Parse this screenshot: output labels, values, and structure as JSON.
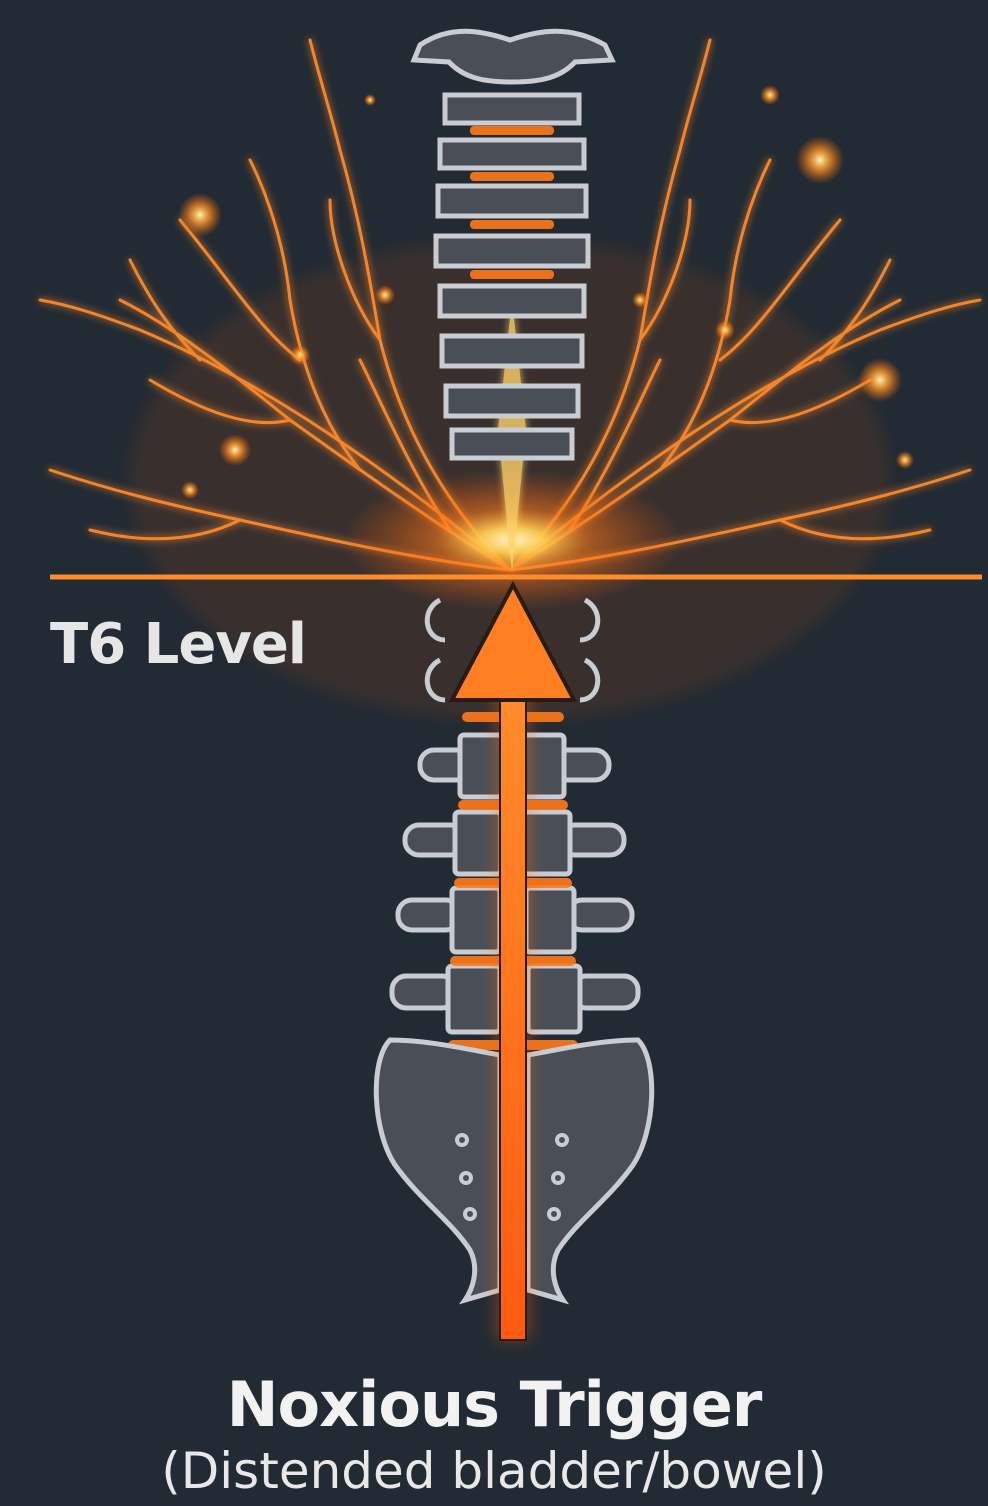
{
  "level_line": {
    "label": "T6 Level"
  },
  "trigger": {
    "title": "Noxious Trigger",
    "subtitle": "(Distended bladder/bowel)"
  },
  "colors": {
    "background": "#222a33",
    "accent_orange": "#ff7a1a",
    "glow_yellow": "#ffd36b",
    "bone_fill": "#4a4f57",
    "bone_outline": "#c9ccd1"
  },
  "icons": [
    "spine-icon",
    "nerve-burst-icon",
    "up-arrow-icon"
  ]
}
